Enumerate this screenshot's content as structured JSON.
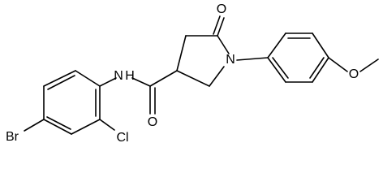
{
  "molecule": {
    "atom_labels": {
      "n_amide": "N",
      "h_amide": "H",
      "o_carbonyl_ring": "O",
      "n_ring": "N",
      "o_methoxy": "O",
      "o_amide": "O",
      "cl": "Cl",
      "br": "Br"
    },
    "colors": {
      "bond": "#000000",
      "label": "#000000",
      "background": "#ffffff"
    }
  }
}
